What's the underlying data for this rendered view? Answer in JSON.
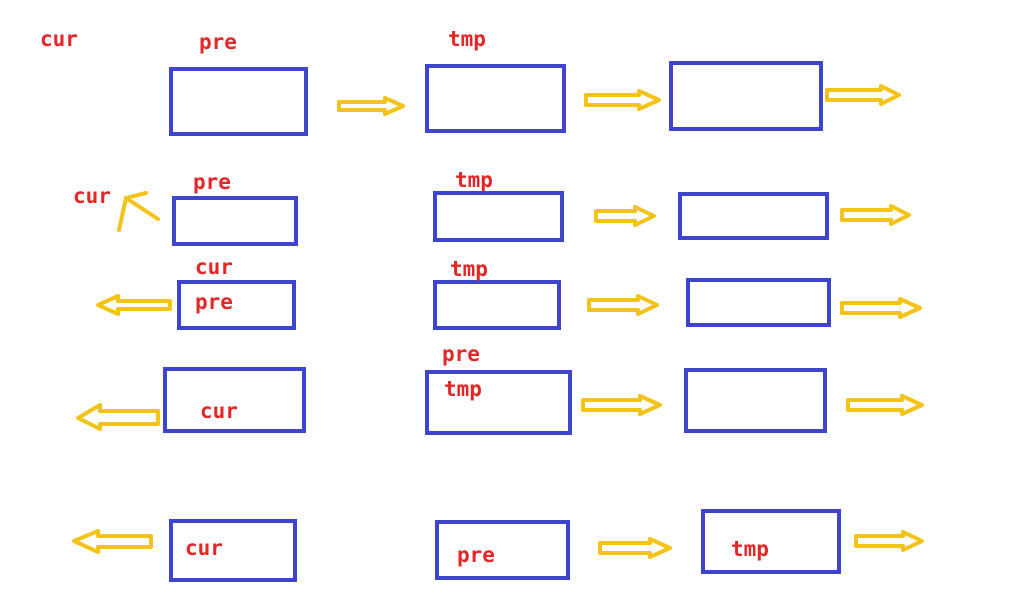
{
  "diagram": {
    "title": "",
    "colors": {
      "box": "#3f44cc",
      "arrow_stroke": "#f3c31a",
      "arrow_fill": "#ffffff",
      "label": "#e32626",
      "background": "#ffffff"
    },
    "rows": [
      {
        "labels": {
          "cur": "cur",
          "pre": "pre",
          "tmp": "tmp"
        },
        "arrows": [
          "right",
          "right",
          "right"
        ]
      },
      {
        "labels": {
          "cur": "cur",
          "pre": "pre",
          "tmp": "tmp"
        },
        "arrows": [
          "up-left",
          "right",
          "right"
        ]
      },
      {
        "labels": {
          "cur": "cur",
          "pre": "pre",
          "tmp": "tmp"
        },
        "arrows": [
          "left",
          "right",
          "right"
        ]
      },
      {
        "labels": {
          "cur": "cur",
          "pre": "pre",
          "tmp": "tmp"
        },
        "arrows": [
          "left",
          "right",
          "right"
        ]
      },
      {
        "labels": {
          "cur": "cur",
          "pre": "pre",
          "tmp": "tmp"
        },
        "arrows": [
          "left",
          "right",
          "right"
        ]
      }
    ]
  }
}
